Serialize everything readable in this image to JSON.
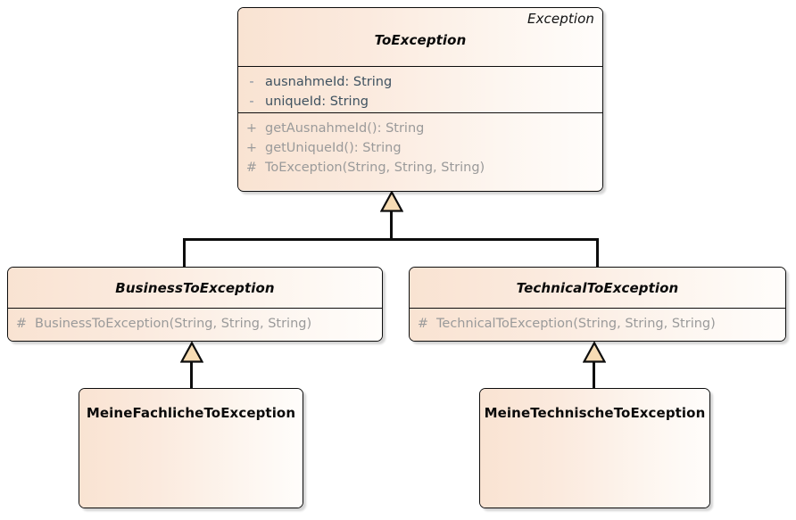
{
  "diagram": {
    "title": "ToException class hierarchy",
    "type": "uml-class-diagram",
    "background": "#ffffff",
    "accent_fill": "#fbeade",
    "arrow_fill": "#f7dcb4",
    "border_color": "#0d0d0d"
  },
  "classes": {
    "to_exception": {
      "stereotype": "Exception",
      "name": "ToException",
      "abstract": true,
      "attributes": [
        {
          "visibility": "-",
          "text": "ausnahmeId: String"
        },
        {
          "visibility": "-",
          "text": "uniqueId: String"
        }
      ],
      "operations": [
        {
          "visibility": "+",
          "text": "getAusnahmeId(): String"
        },
        {
          "visibility": "+",
          "text": "getUniqueId(): String"
        },
        {
          "visibility": "#",
          "text": "ToException(String, String, String)"
        }
      ]
    },
    "business_to_exception": {
      "name": "BusinessToException",
      "abstract": true,
      "operations": [
        {
          "visibility": "#",
          "text": "BusinessToException(String, String, String)"
        }
      ]
    },
    "technical_to_exception": {
      "name": "TechnicalToException",
      "abstract": true,
      "operations": [
        {
          "visibility": "#",
          "text": "TechnicalToException(String, String, String)"
        }
      ]
    },
    "meine_fachliche_to_exception": {
      "name": "MeineFachlicheToException",
      "abstract": false
    },
    "meine_technische_to_exception": {
      "name": "MeineTechnischeToException",
      "abstract": false
    }
  },
  "relationships": [
    {
      "type": "generalization",
      "from": "BusinessToException",
      "to": "ToException"
    },
    {
      "type": "generalization",
      "from": "TechnicalToException",
      "to": "ToException"
    },
    {
      "type": "generalization",
      "from": "MeineFachlicheToException",
      "to": "BusinessToException"
    },
    {
      "type": "generalization",
      "from": "MeineTechnischeToException",
      "to": "TechnicalToException"
    }
  ]
}
